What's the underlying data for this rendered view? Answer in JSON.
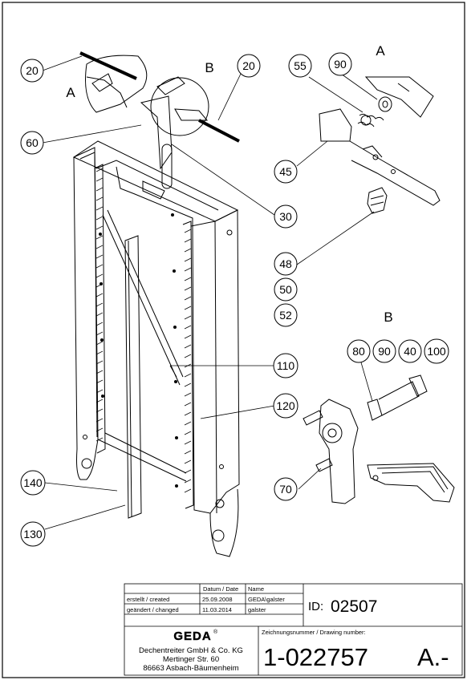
{
  "callouts": {
    "c20a": "20",
    "c20b": "20",
    "cA": "A",
    "cB": "B",
    "c60": "60",
    "c30": "30",
    "c55": "55",
    "c90": "90",
    "c45": "45",
    "c48": "48",
    "c50": "50",
    "c52": "52",
    "c110": "110",
    "c120": "120",
    "c140": "140",
    "c130": "130",
    "c80": "80",
    "c90b": "90",
    "c40": "40",
    "c100": "100",
    "c70": "70",
    "detailA": "A",
    "detailB": "B"
  },
  "title_block": {
    "head_date": "Datum / Date",
    "head_name": "Name",
    "created_label": "erstellt / created",
    "created_date": "25.09.2008",
    "created_name": "GEDA\\galster",
    "changed_label": "geändert / changed",
    "changed_date": "11.03.2014",
    "changed_name": "galster",
    "id_label": "ID:",
    "id_value": "02507",
    "drawing_number_label": "Zeichnungsnummer / Drawing number:",
    "drawing_number": "1-022757",
    "revision": "A.-",
    "company_logo": "GEDA",
    "company_line1": "Dechentreiter GmbH & Co. KG",
    "company_line2": "Mertinger Str. 60",
    "company_line3": "86663 Asbach-Bäumenheim"
  }
}
